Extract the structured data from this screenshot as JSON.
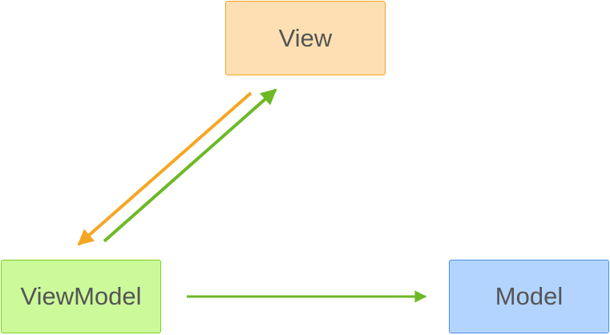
{
  "nodes": {
    "view": {
      "label": "View"
    },
    "viewmodel": {
      "label": "ViewModel"
    },
    "model": {
      "label": "Model"
    }
  },
  "colors": {
    "orange": "#f5a623",
    "green": "#7ed321",
    "view_fill": "#fedfb3",
    "viewmodel_fill": "#ccf99a",
    "model_fill": "#b3d4ff",
    "model_border": "#4a90e2",
    "edge_green": "#6cb925"
  },
  "edges": [
    {
      "from": "View",
      "to": "ViewModel",
      "color": "orange"
    },
    {
      "from": "ViewModel",
      "to": "View",
      "color": "green"
    },
    {
      "from": "ViewModel",
      "to": "Model",
      "color": "green"
    }
  ]
}
